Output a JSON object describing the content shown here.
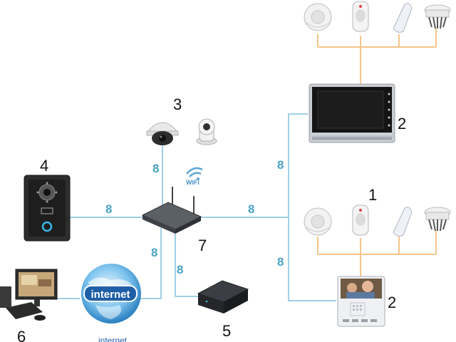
{
  "colors": {
    "network_line": "#9fd0e3",
    "sensor_line": "#f5c48a",
    "label": "#4aa3c4",
    "number": "#111111"
  },
  "numbers": {
    "n1": "1",
    "n2_top": "2",
    "n2_bottom": "2",
    "n3": "3",
    "n4": "4",
    "n5": "5",
    "n6": "6",
    "n7": "7"
  },
  "link_labels": {
    "camera_switch": "8",
    "doorstation_switch": "8",
    "switch_monitors": "8",
    "monitor_top": "8",
    "monitor_bottom": "8",
    "switch_internet": "8",
    "switch_nvr": "8"
  },
  "wifi": {
    "label": "WiFi"
  },
  "internet": {
    "badge": "internet",
    "caption": "internet"
  },
  "icons": [
    "smoke-detector-icon",
    "pir-sensor-icon",
    "curtain-sensor-icon",
    "siren-icon",
    "dome-camera-icon",
    "pt-camera-icon",
    "door-station-icon",
    "switch-icon",
    "nvr-icon",
    "computer-icon",
    "globe-icon",
    "wifi-icon"
  ]
}
